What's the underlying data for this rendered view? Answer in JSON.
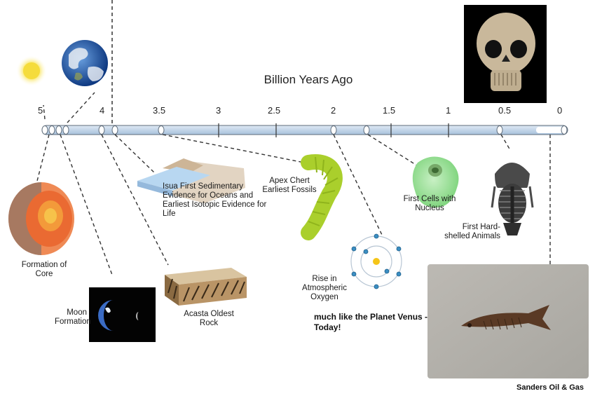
{
  "title": "Billion Years Ago",
  "ticks": [
    "5",
    "4",
    "3.5",
    "3",
    "2.5",
    "2",
    "1.5",
    "1",
    "0.5",
    "0"
  ],
  "events": {
    "core": "Formation of Core",
    "moon": "Moon Formation",
    "acasta": "Acasta Oldest Rock",
    "isua": "Isua First Sedimentary Evidence for Oceans and Earliest Isotopic Evidence for Life",
    "apex": "Apex Chert Earliest Fossils",
    "oxygen": "Rise in Atmospheric Oxygen",
    "cells": "First Cells with Nucleus",
    "shelled": "First Hard-shelled Animals"
  },
  "note": "much like the Planet Venus - Today!",
  "credit": "Sanders Oil & Gas",
  "icons": [
    "sun-icon",
    "earth-icon",
    "skull-icon",
    "earth-core-icon",
    "moon-formation-icon",
    "rock-strata-icon",
    "ocean-layer-icon",
    "fossil-worm-icon",
    "oxygen-atom-icon",
    "cell-icon",
    "trilobite-icon",
    "fish-fossil-icon"
  ]
}
